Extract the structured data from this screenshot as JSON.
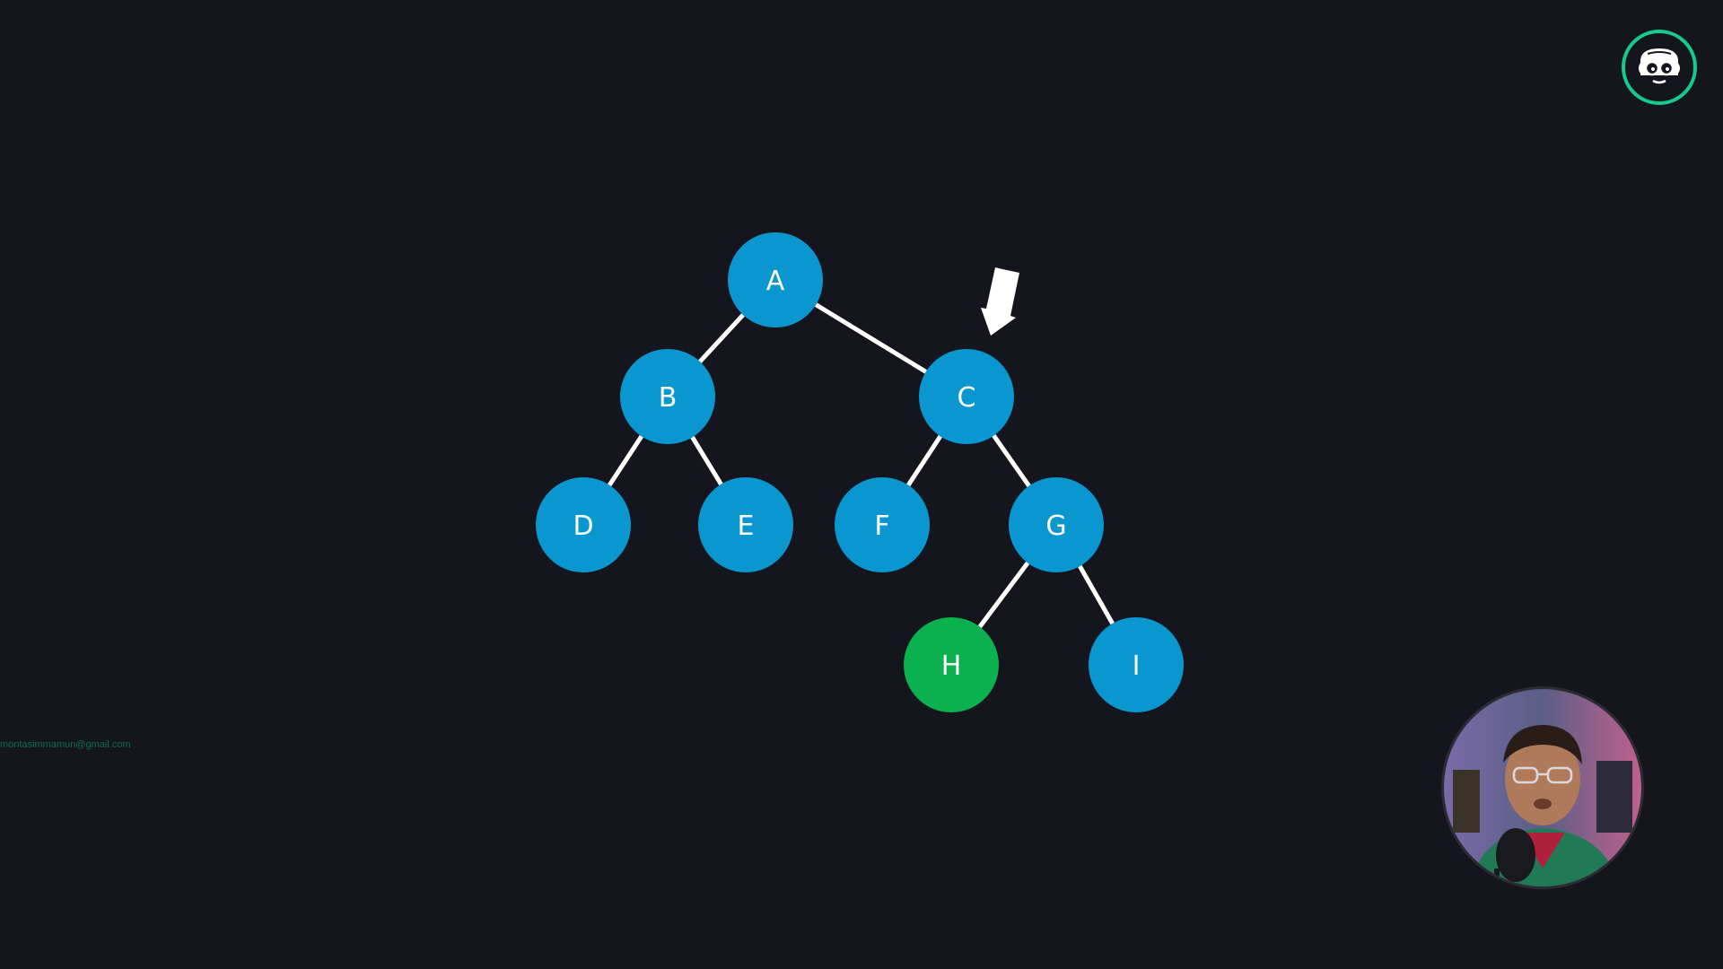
{
  "diagram": {
    "nodes": [
      {
        "id": "A",
        "label": "A",
        "state": "default"
      },
      {
        "id": "B",
        "label": "B",
        "state": "default"
      },
      {
        "id": "C",
        "label": "C",
        "state": "default"
      },
      {
        "id": "D",
        "label": "D",
        "state": "default"
      },
      {
        "id": "E",
        "label": "E",
        "state": "default"
      },
      {
        "id": "F",
        "label": "F",
        "state": "default"
      },
      {
        "id": "G",
        "label": "G",
        "state": "default"
      },
      {
        "id": "H",
        "label": "H",
        "state": "highlighted"
      },
      {
        "id": "I",
        "label": "I",
        "state": "default"
      }
    ],
    "edges": [
      {
        "from": "A",
        "to": "B"
      },
      {
        "from": "A",
        "to": "C"
      },
      {
        "from": "B",
        "to": "D"
      },
      {
        "from": "B",
        "to": "E"
      },
      {
        "from": "C",
        "to": "F"
      },
      {
        "from": "C",
        "to": "G"
      },
      {
        "from": "G",
        "to": "H"
      },
      {
        "from": "G",
        "to": "I"
      }
    ],
    "pointer_target": "C"
  },
  "colors": {
    "background": "#15161d",
    "node_default": "#0a96cf",
    "node_highlighted": "#0bb04f",
    "edge": "#ffffff",
    "label": "#ffffff",
    "pointer": "#ffffff",
    "logo_ring": "#16c98d"
  },
  "watermark": {
    "text": "montasimmamun@gmail.com"
  },
  "branding": {
    "logo_icon": "nerd-glasses-icon"
  },
  "presenter": {
    "icon": "presenter-webcam-avatar"
  }
}
